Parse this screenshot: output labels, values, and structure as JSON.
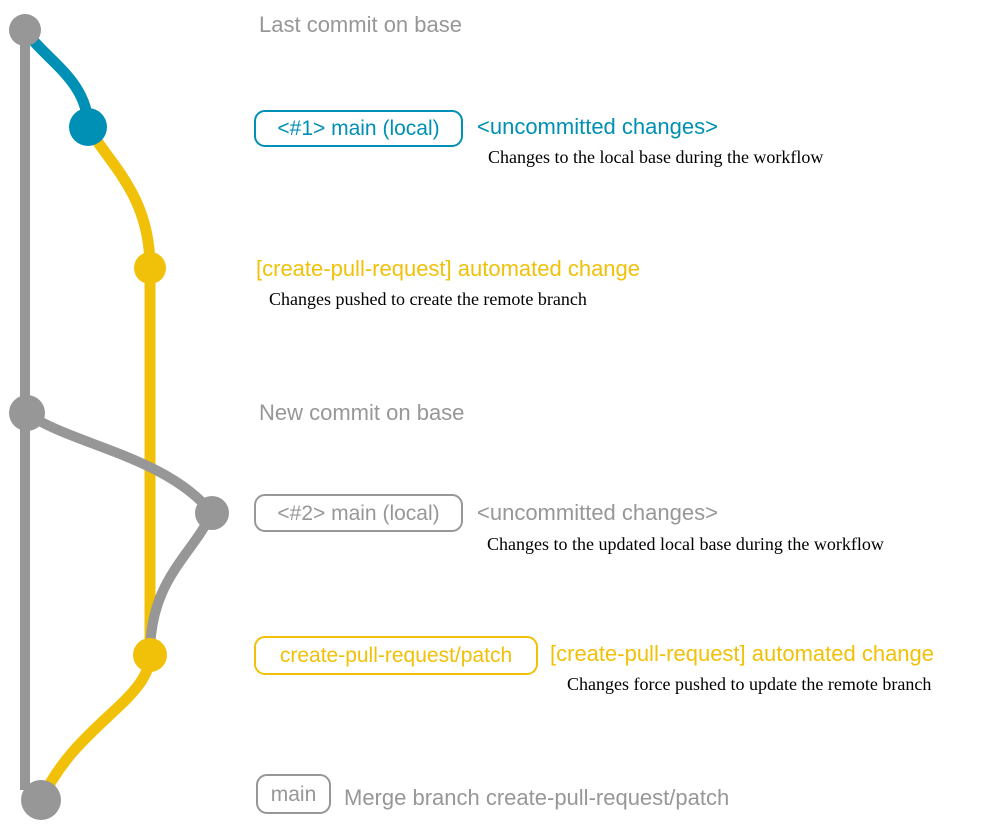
{
  "colors": {
    "base": "#979797",
    "blue": "#008fb5",
    "yellow": "#f1c109",
    "caption": "#000000"
  },
  "notes": {
    "last_commit": "Last commit on base",
    "new_commit": "New commit on base"
  },
  "entries": {
    "main_local_1": {
      "badge": "<#1> main (local)",
      "message": "<uncommitted changes>",
      "caption": "Changes to the local base during the workflow"
    },
    "automated_change_1": {
      "message": "[create-pull-request] automated change",
      "caption": "Changes pushed to create the remote branch"
    },
    "main_local_2": {
      "badge": "<#2> main (local)",
      "message": "<uncommitted changes>",
      "caption": "Changes to the updated local base during the workflow"
    },
    "patch_branch": {
      "badge": "create-pull-request/patch",
      "message": "[create-pull-request] automated change",
      "caption": "Changes force pushed to update the remote branch"
    },
    "merge": {
      "badge": "main",
      "message": "Merge branch create-pull-request/patch"
    }
  }
}
